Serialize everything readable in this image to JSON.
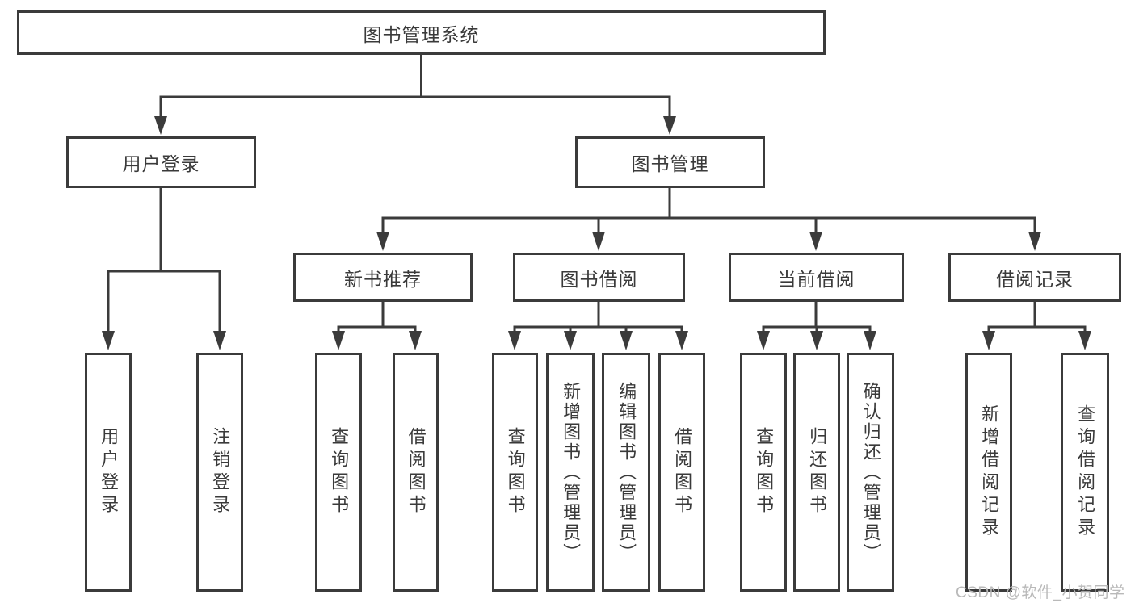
{
  "colors": {
    "line": "#3b3b3b",
    "text": "#3a3a3a",
    "background": "#ffffff",
    "watermark": "#b9b9b9"
  },
  "watermark": {
    "text": "CSDN @软件_小贺同学"
  },
  "diagram": {
    "root": {
      "label": "图书管理系统",
      "children": [
        {
          "label": "用户登录",
          "children": [
            {
              "label": "用户登录"
            },
            {
              "label": "注销登录"
            }
          ]
        },
        {
          "label": "图书管理",
          "children": [
            {
              "label": "新书推荐",
              "children": [
                {
                  "label": "查询图书"
                },
                {
                  "label": "借阅图书"
                }
              ]
            },
            {
              "label": "图书借阅",
              "children": [
                {
                  "label": "查询图书"
                },
                {
                  "label": "新增图书（管理员）"
                },
                {
                  "label": "编辑图书（管理员）"
                },
                {
                  "label": "借阅图书"
                }
              ]
            },
            {
              "label": "当前借阅",
              "children": [
                {
                  "label": "查询图书"
                },
                {
                  "label": "归还图书"
                },
                {
                  "label": "确认归还（管理员）"
                }
              ]
            },
            {
              "label": "借阅记录",
              "children": [
                {
                  "label": "新增借阅记录"
                },
                {
                  "label": "查询借阅记录"
                }
              ]
            }
          ]
        }
      ]
    }
  }
}
